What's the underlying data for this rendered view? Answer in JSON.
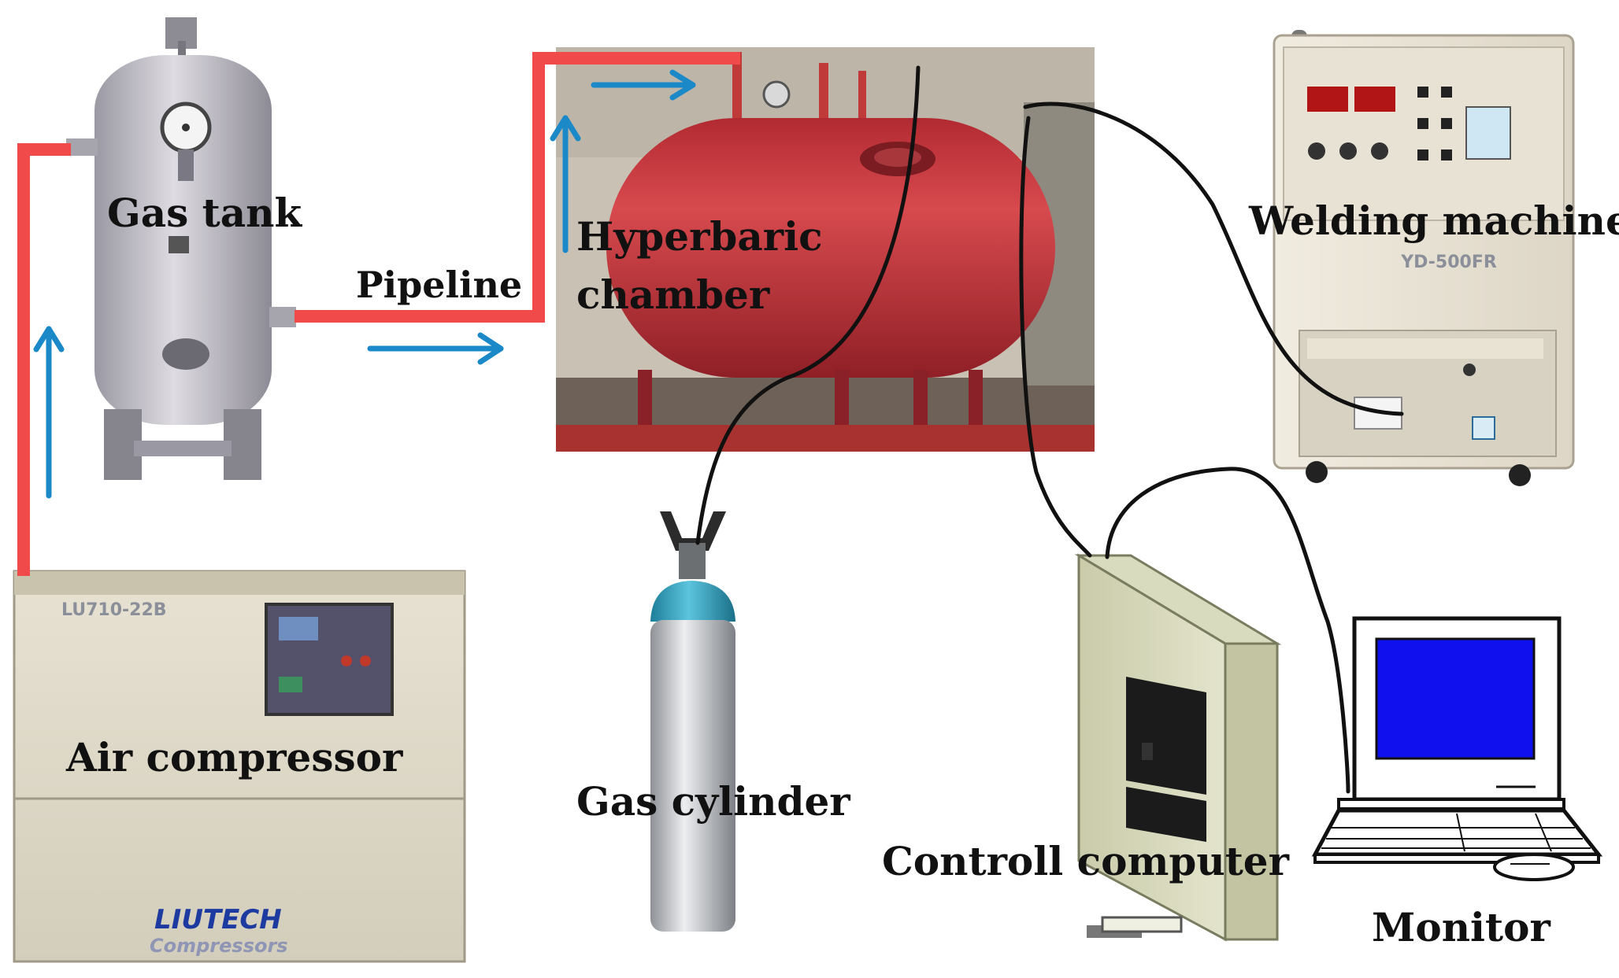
{
  "labels": {
    "gas_tank": "Gas tank",
    "pipeline": "Pipeline",
    "hyperbaric_line1": "Hyperbaric",
    "hyperbaric_line2": "chamber",
    "welding_machine": "Welding machine",
    "air_compressor": "Air compressor",
    "gas_cylinder": "Gas cylinder",
    "control_computer": "Controll computer",
    "monitor": "Monitor"
  },
  "equipment_markings": {
    "compressor_model": "LU710-22B",
    "compressor_brand": "LIUTECH",
    "compressor_sub": "Compressors",
    "welder_model": "YD-500FR"
  },
  "colors": {
    "pipe": "#f04a4a",
    "flow_arrow": "#1b88c8",
    "cable": "#111111",
    "chamber": "#c8343a",
    "screen": "#1010ee",
    "cylinder_top": "#3aa7c4"
  }
}
